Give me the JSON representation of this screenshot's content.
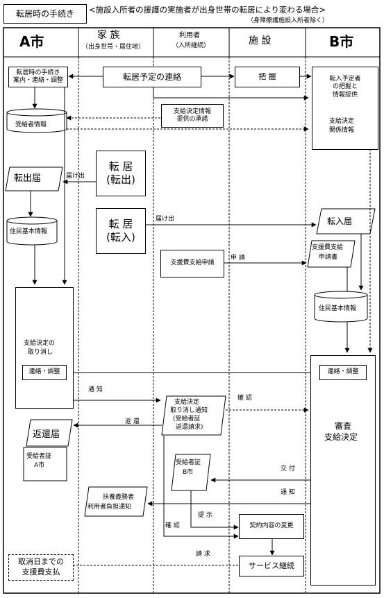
{
  "header": {
    "section_label": "転居時の手続き",
    "title": "<施設入所者の援護の実施者が出身世帯の転居により変わる場合>",
    "note": "（身障療護施設入所者除く）"
  },
  "lanes": {
    "a_city": "A市",
    "family": "家 族",
    "family_sub": "（出身世帯・居住地）",
    "user": "利用者",
    "user_sub": "（入所継続）",
    "facility": "施 設",
    "b_city": "B市"
  },
  "nodes": {
    "a_procedures": [
      "転居時の手続き",
      "案内・連絡・調整"
    ],
    "moving_notice": "転居予定の連絡",
    "grasp": "把 握",
    "b_grasp": [
      "転入予定者",
      "の把握と",
      "情報提供"
    ],
    "consent": [
      "支給決定情報",
      "提供の承諾"
    ],
    "recipient_info": "受給者情報",
    "b_payment_info": [
      "支給決定",
      "関係情報"
    ],
    "move_out_event": [
      "転 居",
      "(転出)"
    ],
    "move_out_form": "転出届",
    "resident_info_a": "住民基本情報",
    "move_in_event": [
      "転 居",
      "(転入)"
    ],
    "move_in_form": "転入届",
    "support_application": "支援費支給申請",
    "support_application_doc": [
      "支援費支給",
      "申請書"
    ],
    "resident_info_b": "住民基本情報",
    "cancel": [
      "支給決定の",
      "取り消し"
    ],
    "a_coordination": "連絡・調整",
    "b_coordination": "連絡・調整",
    "cancel_notice": [
      "支給決定",
      "取り消し通知",
      "(受給者証",
      "返還請求)"
    ],
    "return_form": "返還届",
    "return_cert": [
      "受給者証",
      "A市"
    ],
    "review": [
      "審査",
      "支給決定"
    ],
    "cert_b": [
      "受給者証",
      "B市"
    ],
    "burden_notice": [
      "扶養義務者",
      "利用者負担通知"
    ],
    "contract_change": "契約内容の変更",
    "service_continue": "サービス継続",
    "payment_until_cancel": [
      "取消日までの",
      "支援費支払"
    ]
  },
  "labels": {
    "todokede_out": "届け出",
    "todokede_in": "届け出",
    "shinsei": "申 請",
    "tsuchi_1": "通 知",
    "kakunin_1": "確 認",
    "henkan": "返 還",
    "koufu": "交 付",
    "tsuchi_2": "通 知",
    "teiji": "提 示",
    "kakunin_2": "確 認",
    "seikyu": "請 求"
  }
}
